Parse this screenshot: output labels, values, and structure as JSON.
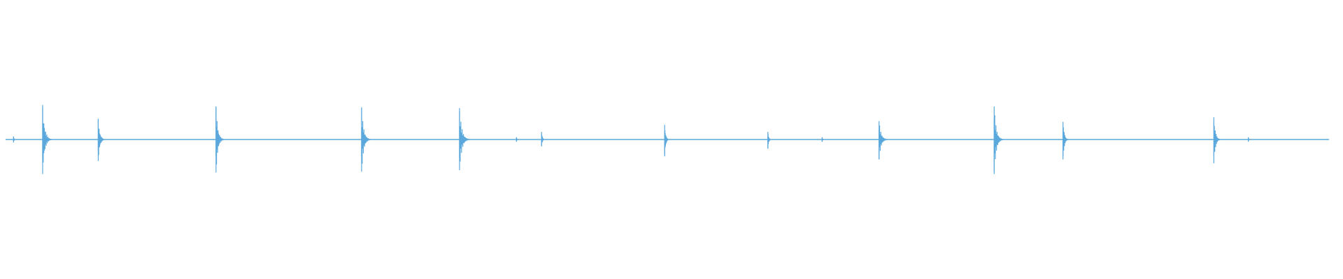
{
  "waveform": {
    "color": "#5aa8dc",
    "duration_units": 1.0,
    "baseline_amplitude": 0.0,
    "peaks": [
      {
        "t": 0.006,
        "up": 0.04,
        "down": 0.04,
        "decay": 0.002
      },
      {
        "t": 0.028,
        "up": 0.45,
        "down": 0.45,
        "decay": 0.008
      },
      {
        "t": 0.07,
        "up": 0.27,
        "down": 0.28,
        "decay": 0.006
      },
      {
        "t": 0.159,
        "up": 0.43,
        "down": 0.43,
        "decay": 0.007
      },
      {
        "t": 0.269,
        "up": 0.42,
        "down": 0.42,
        "decay": 0.008
      },
      {
        "t": 0.343,
        "up": 0.41,
        "down": 0.4,
        "decay": 0.009
      },
      {
        "t": 0.386,
        "up": 0.03,
        "down": 0.03,
        "decay": 0.002
      },
      {
        "t": 0.405,
        "up": 0.1,
        "down": 0.09,
        "decay": 0.003
      },
      {
        "t": 0.498,
        "up": 0.19,
        "down": 0.22,
        "decay": 0.004
      },
      {
        "t": 0.576,
        "up": 0.1,
        "down": 0.12,
        "decay": 0.003
      },
      {
        "t": 0.617,
        "up": 0.03,
        "down": 0.03,
        "decay": 0.002
      },
      {
        "t": 0.66,
        "up": 0.24,
        "down": 0.26,
        "decay": 0.008
      },
      {
        "t": 0.747,
        "up": 0.43,
        "down": 0.45,
        "decay": 0.008
      },
      {
        "t": 0.799,
        "up": 0.23,
        "down": 0.26,
        "decay": 0.005
      },
      {
        "t": 0.913,
        "up": 0.29,
        "down": 0.31,
        "decay": 0.006
      },
      {
        "t": 0.939,
        "up": 0.03,
        "down": 0.03,
        "decay": 0.002
      }
    ]
  }
}
